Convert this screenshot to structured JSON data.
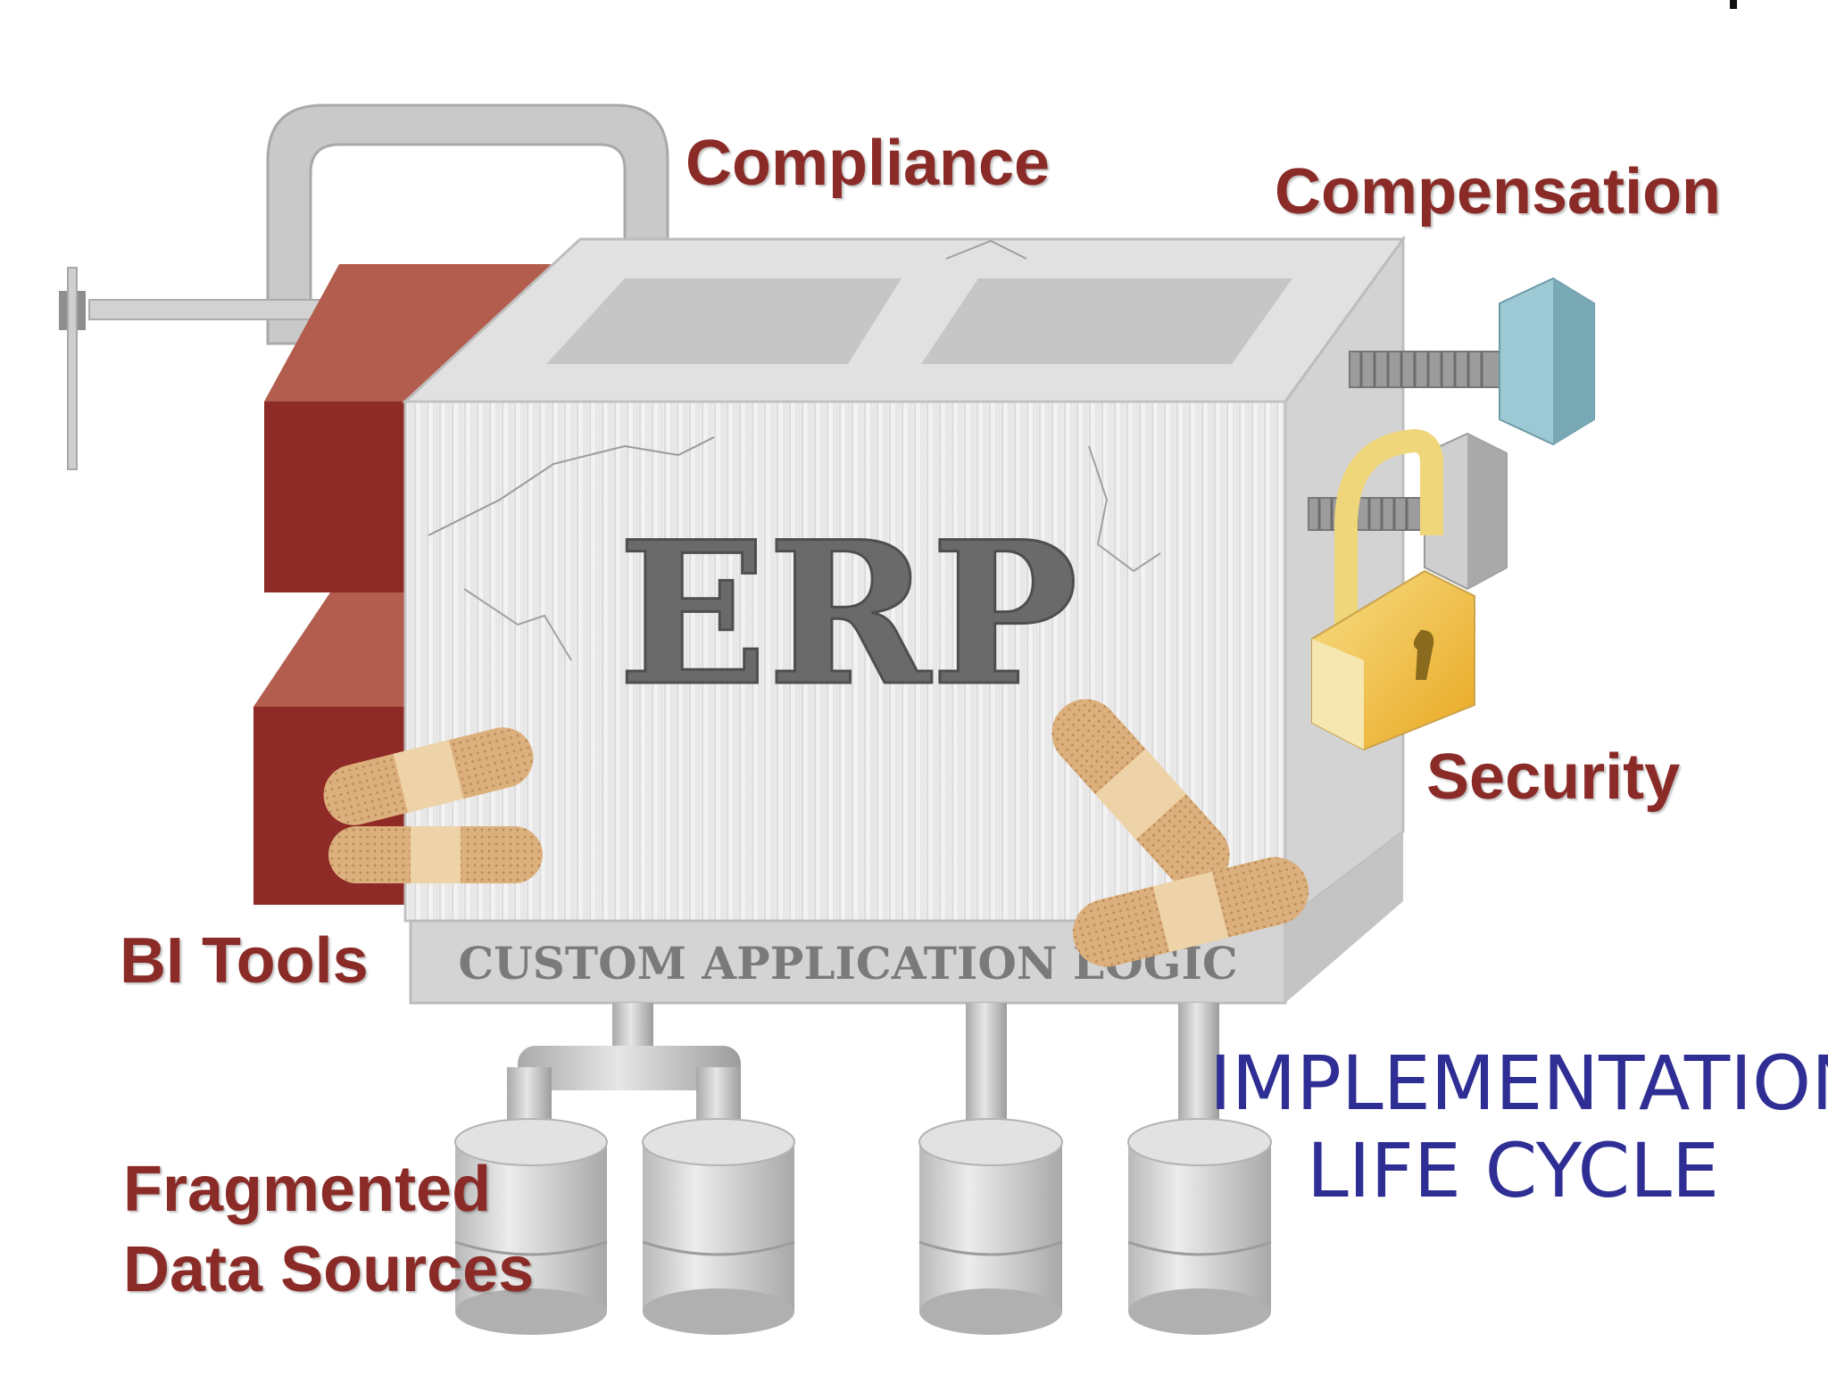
{
  "diagram": {
    "center_text": "ERP",
    "base_text": "CUSTOM APPLICATION LOGIC",
    "labels": {
      "compliance": "Compliance",
      "compensation": "Compensation",
      "security": "Security",
      "bi_tools": "BI Tools",
      "fragmented_line1": "Fragmented",
      "fragmented_line2": "Data Sources"
    },
    "caption_line1": "IMPLEMENTATION",
    "caption_line2": "LIFE CYCLE"
  },
  "colors": {
    "label_red": "#8a2b27",
    "caption_blue": "#2e2e94",
    "block_red": "#8e2b26",
    "padlock_gold": "#f2b632",
    "bolt_blue": "#9cc9d4",
    "bandage": "#e3bf8f"
  },
  "icons": [
    "c-clamp-icon",
    "padlock-icon",
    "hex-bolt-icon",
    "bandage-icon",
    "database-cylinder-icon",
    "pipe-icon"
  ]
}
